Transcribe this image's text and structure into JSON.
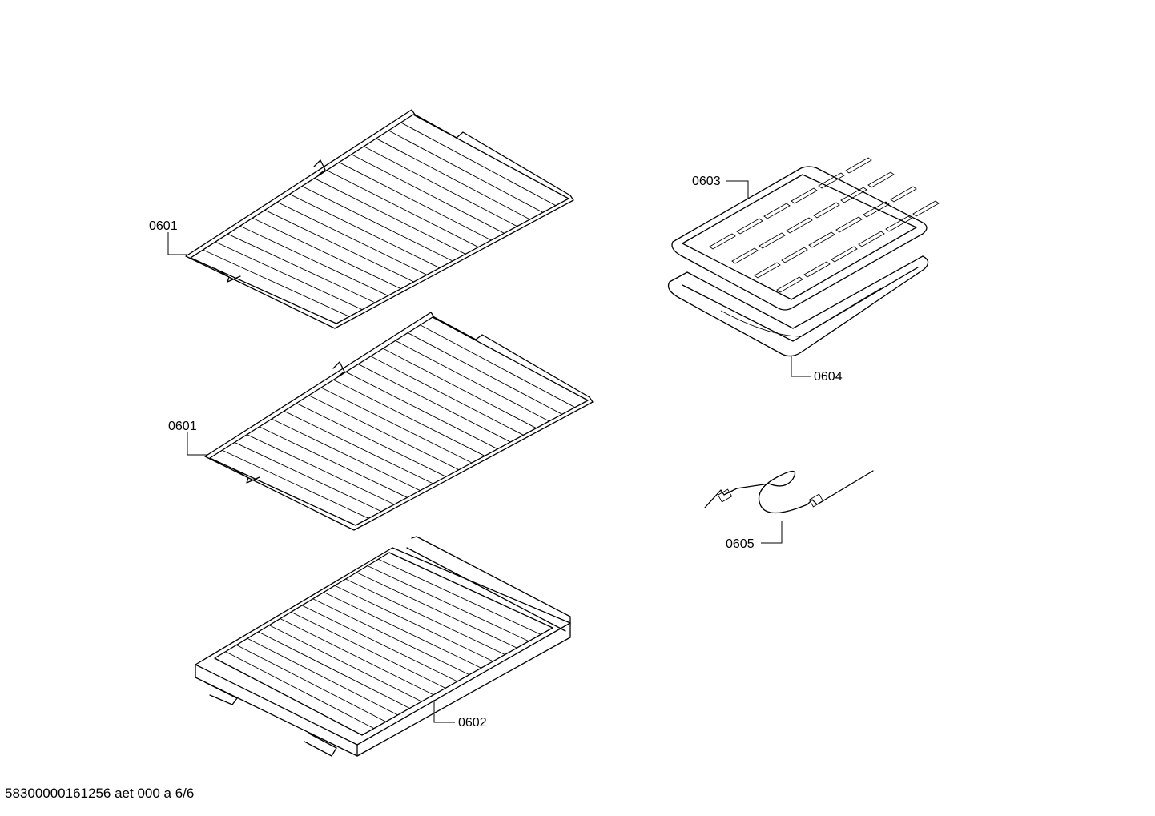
{
  "parts": {
    "rack_upper": {
      "label": "0601",
      "icon": "wire-oven-rack"
    },
    "rack_middle": {
      "label": "0601",
      "icon": "wire-oven-rack"
    },
    "rack_sliding": {
      "label": "0602",
      "icon": "telescopic-sliding-rack"
    },
    "broil_grid": {
      "label": "0603",
      "icon": "broil-pan-grid"
    },
    "broil_pan": {
      "label": "0604",
      "icon": "broil-pan"
    },
    "meat_probe": {
      "label": "0605",
      "icon": "meat-probe"
    }
  },
  "footer": {
    "text": "58300000161256 aet 000 a 6/6"
  }
}
